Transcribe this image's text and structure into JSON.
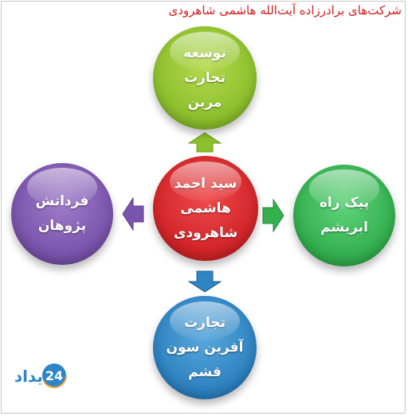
{
  "title": "شرکت‌های برادرزاده آیت‌الله هاشمی شاهرودی",
  "nodes": {
    "top": {
      "lines": [
        "توسعه",
        "تجارت",
        "مرین"
      ],
      "color": "#8dc02d"
    },
    "center": {
      "lines": [
        "سید احمد",
        "هاشمی",
        "شاهرودی"
      ],
      "color": "#d3262a"
    },
    "right": {
      "lines": [
        "پیک راه",
        "ابریشم"
      ],
      "color": "#34b04f"
    },
    "left": {
      "lines": [
        "فرداتش",
        "پژوهان"
      ],
      "color": "#7b55ac"
    },
    "bottom": {
      "lines": [
        "تجارت",
        "آفرین سون",
        "قشم"
      ],
      "color": "#2f84c2"
    }
  },
  "arrows": {
    "up": "#8dc02d",
    "right": "#34b04f",
    "left": "#7b55ac",
    "down": "#2f84c2"
  },
  "logo": {
    "text": "یداد",
    "number": "24"
  }
}
